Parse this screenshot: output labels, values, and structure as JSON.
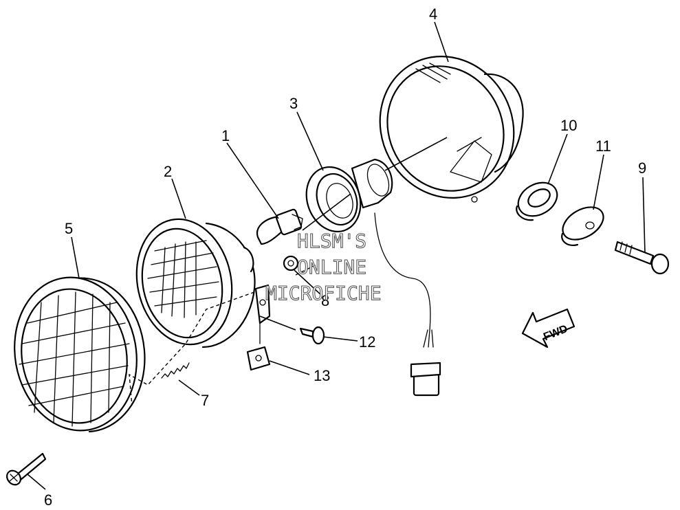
{
  "callouts": {
    "c1": "1",
    "c2": "2",
    "c3": "3",
    "c4": "4",
    "c5": "5",
    "c6": "6",
    "c7": "7",
    "c8": "8",
    "c9": "9",
    "c10": "10",
    "c11": "11",
    "c12": "12",
    "c13": "13"
  },
  "watermark": {
    "line1": "HLSM'S",
    "line2": "ONLINE",
    "line3": "MICROFICHE"
  },
  "direction_arrow": "FWD"
}
